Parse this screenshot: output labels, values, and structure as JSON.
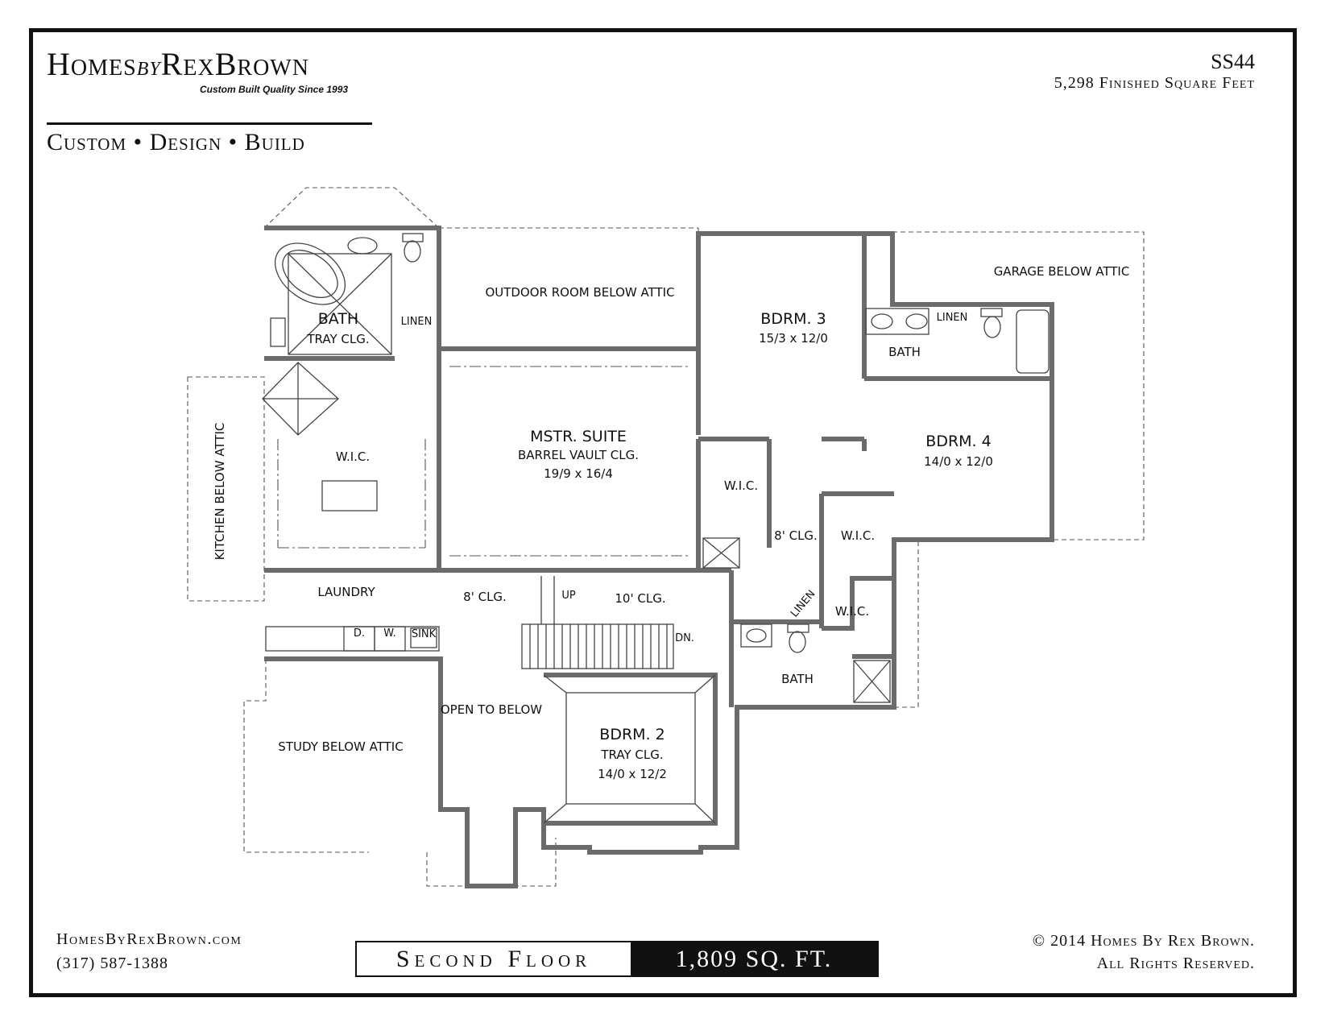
{
  "brand": {
    "name_part1": "Homes",
    "name_part2": "by",
    "name_part3": "RexBrown",
    "tagline": "Custom Built Quality Since 1993",
    "motto": "Custom • Design • Build"
  },
  "plan": {
    "code": "SS44",
    "finished_area": "5,298 Finished Square Feet"
  },
  "rooms": {
    "outdoor_room": "OUTDOOR ROOM BELOW ATTIC",
    "garage": "GARAGE BELOW ATTIC",
    "bdrm3_name": "BDRM. 3",
    "bdrm3_size": "15/3 x 12/0",
    "bath_master_name": "BATH",
    "bath_master_clg": "TRAY CLG.",
    "linen_master": "LINEN",
    "linen_bath2": "LINEN",
    "bath_shared_top": "BATH",
    "kitchen": "KITCHEN BELOW ATTIC",
    "wic_master": "W.I.C.",
    "mstr_name": "MSTR. SUITE",
    "mstr_clg": "BARREL VAULT CLG.",
    "mstr_size": "19/9 x 16/4",
    "wic_bdrm3": "W.I.C.",
    "bdrm4_name": "BDRM. 4",
    "bdrm4_size": "14/0 x 12/0",
    "hall_clg_right": "8' CLG.",
    "wic_bdrm4": "W.I.C.",
    "laundry": "LAUNDRY",
    "hall_clg_left": "8' CLG.",
    "stair_up": "UP",
    "stair_clg": "10' CLG.",
    "linen_hall": "LINEN",
    "wic_bath": "W.I.C.",
    "dryer": "D.",
    "washer": "W.",
    "sink": "SINK",
    "stair_dn": "DN.",
    "bath_lower": "BATH",
    "open_to_below": "OPEN TO BELOW",
    "study": "STUDY BELOW ATTIC",
    "bdrm2_name": "BDRM. 2",
    "bdrm2_clg": "TRAY CLG.",
    "bdrm2_size": "14/0 x 12/2"
  },
  "footer": {
    "website": "HomesByRexBrown.com",
    "phone": "(317) 587-1388",
    "floor_name": "Second Floor",
    "floor_area": "1,809 SQ. FT.",
    "copyright_line1": "© 2014 Homes By Rex Brown.",
    "copyright_line2": "All Rights Reserved."
  }
}
